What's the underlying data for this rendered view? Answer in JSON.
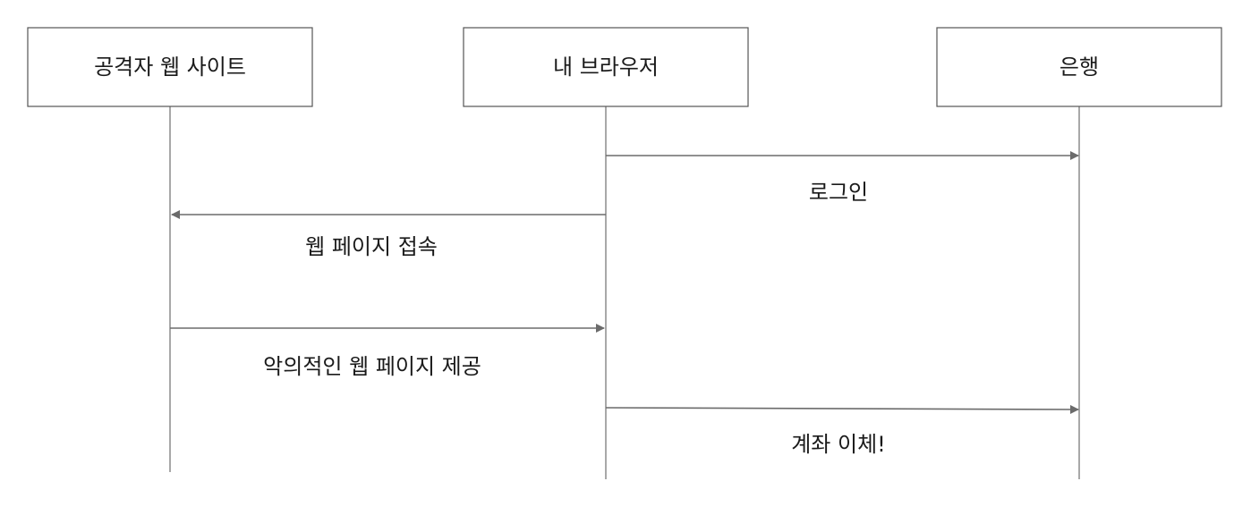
{
  "participants": [
    {
      "id": "attacker",
      "label": "공격자 웹 사이트"
    },
    {
      "id": "browser",
      "label": "내 브라우저"
    },
    {
      "id": "bank",
      "label": "은행"
    }
  ],
  "messages": [
    {
      "from": "browser",
      "to": "bank",
      "label": "로그인",
      "color": "#1a1a1a"
    },
    {
      "from": "browser",
      "to": "attacker",
      "label": "웹 페이지 접속",
      "color": "#1a1a1a"
    },
    {
      "from": "attacker",
      "to": "browser",
      "label": "악의적인 웹 페이지 제공",
      "color": "#1a1a1a"
    },
    {
      "from": "browser",
      "to": "bank",
      "label": "계좌 이체!",
      "color": "#ff0000"
    }
  ],
  "colors": {
    "box_border": "#555555",
    "lifeline": "#7a7a7a",
    "arrow": "#6b6b6b",
    "highlight": "#ff0000"
  }
}
